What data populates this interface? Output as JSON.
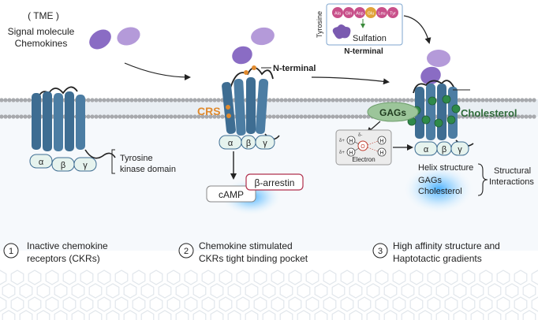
{
  "intro": {
    "tme": "( TME )",
    "signal_molecule": "Signal molecule",
    "chemokines": "Chemokines"
  },
  "panel1": {
    "subunits": [
      "α",
      "β",
      "γ"
    ],
    "tyrosine_kinase_line1": "Tyrosine",
    "tyrosine_kinase_line2": "kinase domain"
  },
  "panel2": {
    "n_terminal": "N-terminal",
    "crs": "CRS",
    "subunits": [
      "α",
      "β",
      "γ"
    ],
    "camp": "cAMP",
    "beta_arrestin": "β-arrestin"
  },
  "panel3": {
    "inset": {
      "side_label": "Tyrosine",
      "residues": [
        "Ala",
        "Gln",
        "Asp",
        "Glu",
        "Leu",
        "Tyr"
      ],
      "sulfation": "Sulfation",
      "n_terminal": "N-terminal"
    },
    "gags": "GAGs",
    "cholesterol": "Cholesterol",
    "electron_box": {
      "charges": [
        "δ+",
        "δ+",
        "δ-",
        "δ+",
        "δ+"
      ],
      "atoms": [
        "H",
        "H",
        "O",
        "H",
        "H"
      ],
      "label": "Electron"
    },
    "subunits": [
      "α",
      "β",
      "γ"
    ],
    "helix_structure": "Helix structure",
    "gags_item": "GAGs",
    "cholesterol_item": "Cholesterol",
    "structural_line1": "Structural",
    "structural_line2": "Interactions"
  },
  "steps": [
    {
      "number": "1",
      "line1": "Inactive chemokine",
      "line2": "receptors (CKRs)"
    },
    {
      "number": "2",
      "line1": "Chemokine  stimulated",
      "line2": "CKRs tight binding pocket"
    },
    {
      "number": "3",
      "line1": "High affinity structure and",
      "line2": "Haptotactic gradients"
    }
  ],
  "colors": {
    "receptor": "#3e6d92",
    "chemokine": "#b49ad9",
    "chemokine_dark": "#8a6cc4",
    "membrane_head": "#a7a9ad",
    "membrane_band": "#e9eef3",
    "subunit_fill": "#e6f3ee",
    "crs": "#e08a2e",
    "gags": "#9cc59a",
    "cholesterol_bead": "#2f8a4a",
    "cholesterol_text": "#2f6b3a",
    "beta_arrestin_border": "#b0304d",
    "glow": "#2aa3ff",
    "residue_pink": "#c8508a",
    "residue_orange": "#e0a33a",
    "sulfation_purple": "#7a5ab0"
  }
}
